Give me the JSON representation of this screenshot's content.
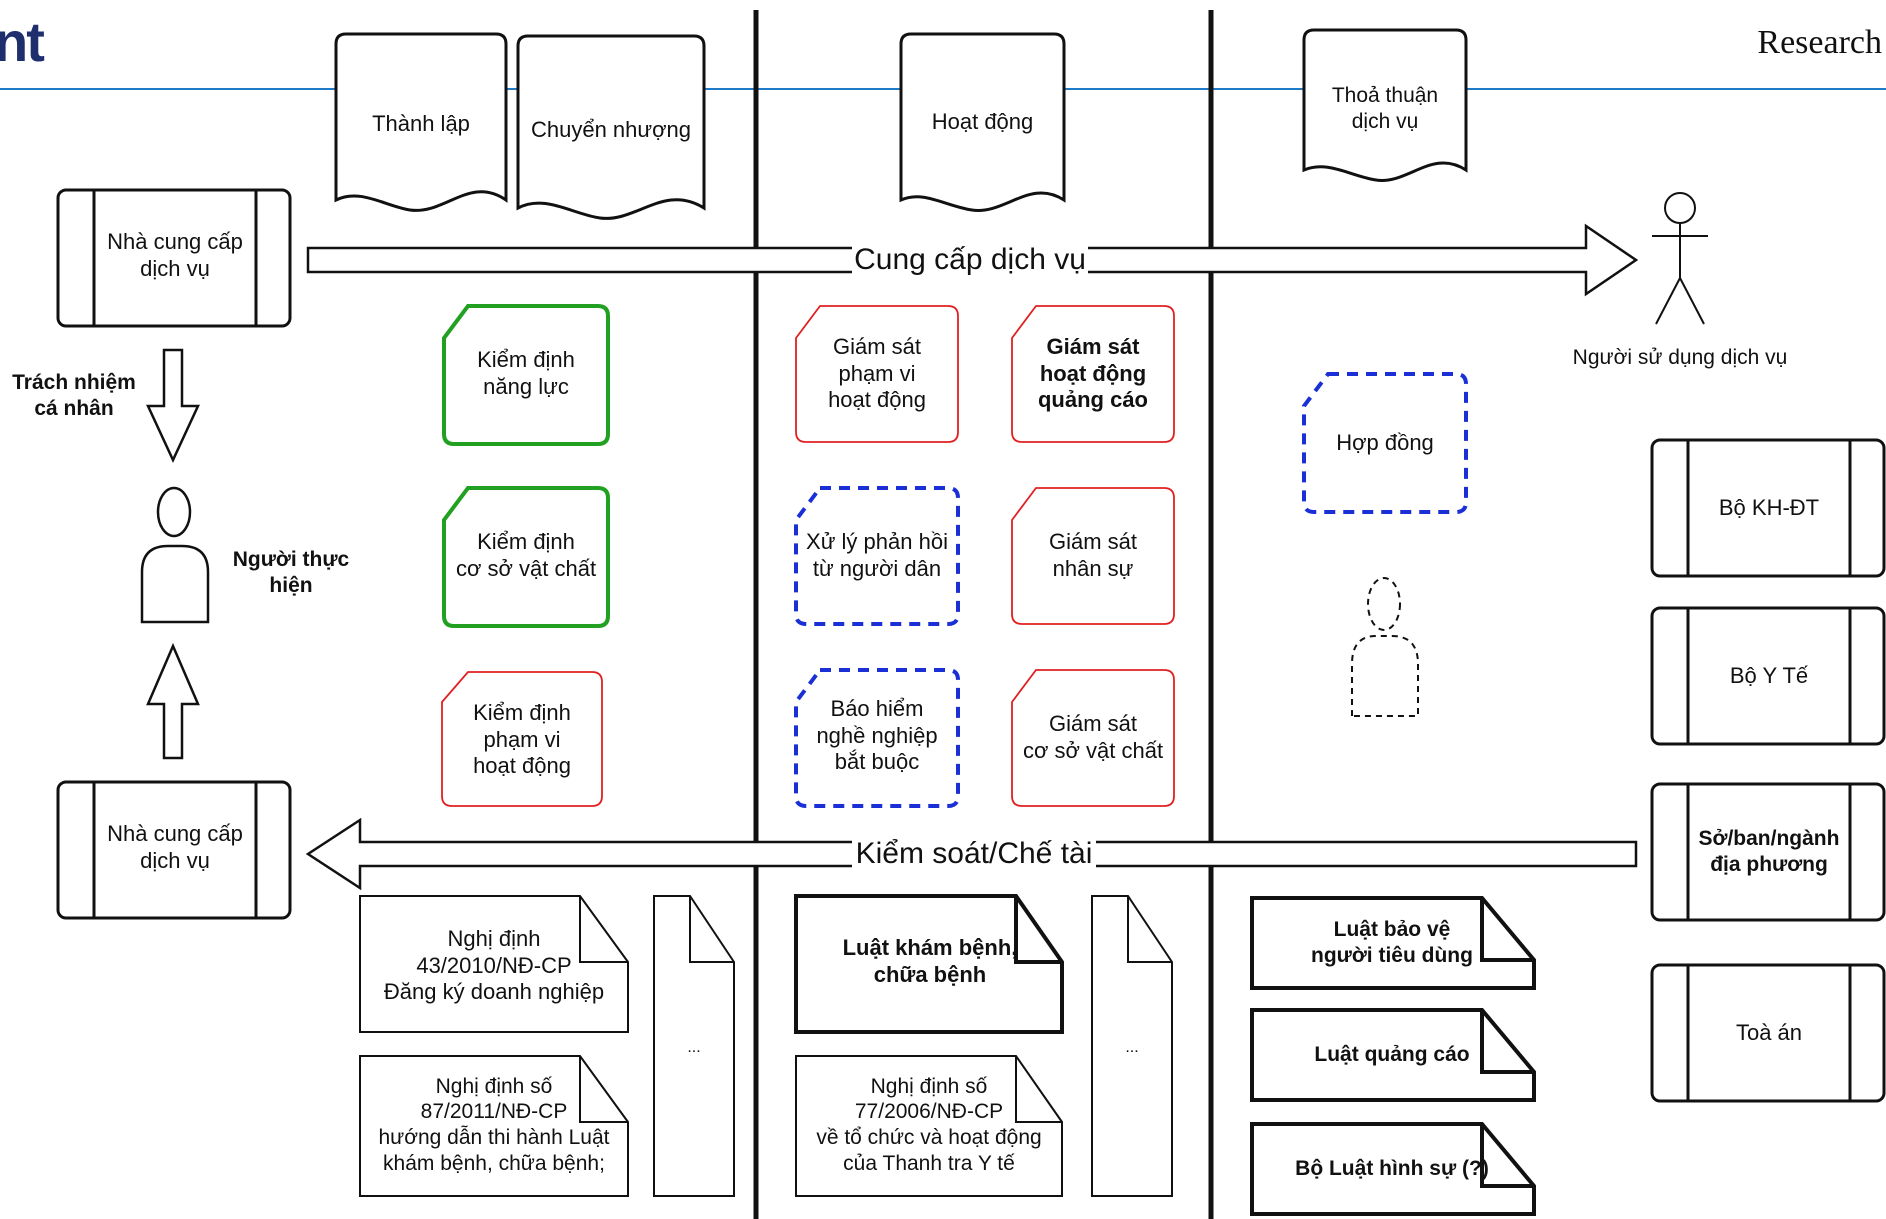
{
  "header": {
    "logo_text": "nt",
    "brand": "Research"
  },
  "columns": {
    "col1": {
      "docs": [
        "Thành lập",
        "Chuyển nhượng"
      ]
    },
    "col2": {
      "docs": [
        "Hoạt động"
      ]
    },
    "col3": {
      "docs": [
        "Thoả thuận\ndịch vụ"
      ]
    }
  },
  "left": {
    "provider_top": "Nhà cung cấp\ndịch vụ",
    "provider_bottom": "Nhà cung cấp\ndịch vụ",
    "responsibility": "Trách nhiệm\ncá nhân",
    "performer": "Người thực\nhiện"
  },
  "flows": {
    "supply": "Cung cấp dịch vụ",
    "control": "Kiểm soát/Chế tài"
  },
  "right": {
    "user": "Người sử dụng dịch vụ",
    "agencies": [
      "Bộ KH-ĐT",
      "Bộ Y Tế",
      "Sở/ban/ngành\nđịa phương",
      "Toà án"
    ]
  },
  "checks": {
    "green": [
      "Kiểm định\nnăng lực",
      "Kiểm định\ncơ sở vật chất"
    ],
    "red_left": "Kiểm định\nphạm vi\nhoạt động",
    "mid_red": [
      "Giám sát\nphạm vi\nhoạt động"
    ],
    "mid_right": [
      "Giám sát\nhoạt động\nquảng cáo",
      "Giám sát\nnhân sự",
      "Giám sát\ncơ sở vật chất"
    ],
    "blue": [
      "Xử lý phản hồi\ntừ người dân",
      "Báo hiểm\nnghề nghiệp\nbắt buộc"
    ],
    "contract": "Hợp đồng"
  },
  "laws": {
    "col1": [
      "Nghị định\n43/2010/NĐ-CP\nĐăng ký doanh nghiệp",
      "Nghị định số\n87/2011/NĐ-CP\nhướng dẫn thi hành Luật\nkhám bệnh, chữa bệnh;"
    ],
    "col2": [
      "Luật khám bệnh,\nchữa bệnh",
      "Nghị định số\n77/2006/NĐ-CP\nvề tổ chức và hoạt động\ncủa Thanh tra Y tế"
    ],
    "col3": [
      "Luật bảo vệ\nngười tiêu dùng",
      "Luật quảng cáo",
      "Bộ Luật hình sự (?)"
    ],
    "ellipsis": "..."
  },
  "colors": {
    "green": "#22a022",
    "red": "#e02020",
    "blue": "#1a2fd6",
    "line": "#1f7bc8",
    "logo": "#1f2f6e"
  }
}
